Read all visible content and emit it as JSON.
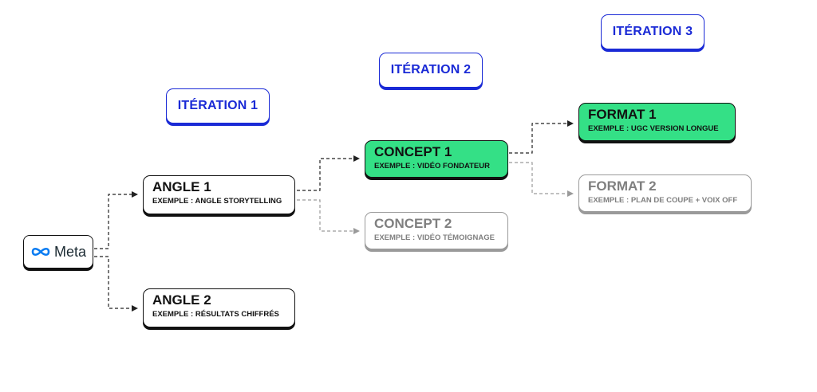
{
  "iterations": [
    "ITÉRATION 1",
    "ITÉRATION 2",
    "ITÉRATION 3"
  ],
  "meta": {
    "label": "Meta",
    "icon": "meta-infinity-logo-icon"
  },
  "nodes": {
    "angle1": {
      "title": "ANGLE 1",
      "subtitle": "EXEMPLE : ANGLE STORYTELLING"
    },
    "angle2": {
      "title": "ANGLE 2",
      "subtitle": "EXEMPLE : RÉSULTATS CHIFFRÉS"
    },
    "concept1": {
      "title": "CONCEPT 1",
      "subtitle": "EXEMPLE : VIDÉO FONDATEUR"
    },
    "concept2": {
      "title": "CONCEPT 2",
      "subtitle": "EXEMPLE : VIDÉO TÉMOIGNAGE"
    },
    "format1": {
      "title": "FORMAT 1",
      "subtitle": "EXEMPLE : UGC VERSION LONGUE"
    },
    "format2": {
      "title": "FORMAT 2",
      "subtitle": "EXEMPLE : PLAN DE COUPE + VOIX OFF"
    }
  },
  "colors": {
    "accent": "#1a2ad6",
    "highlight": "#34e086",
    "muted": "#9a9a9a",
    "ink": "#111111"
  }
}
